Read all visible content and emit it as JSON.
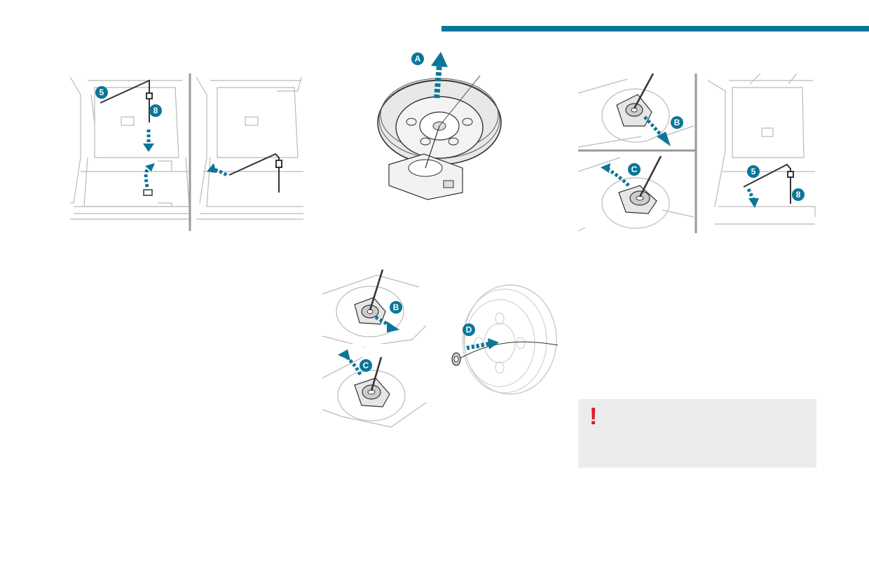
{
  "colors": {
    "accent": "#0b7698",
    "warning": "#e2172c",
    "warning_box": "#ececec"
  },
  "badges": {
    "a": "A",
    "b": "B",
    "c": "C",
    "d": "D",
    "five": "5",
    "eight": "8"
  },
  "warning": {
    "icon": "exclamation-icon",
    "mark": "!"
  }
}
